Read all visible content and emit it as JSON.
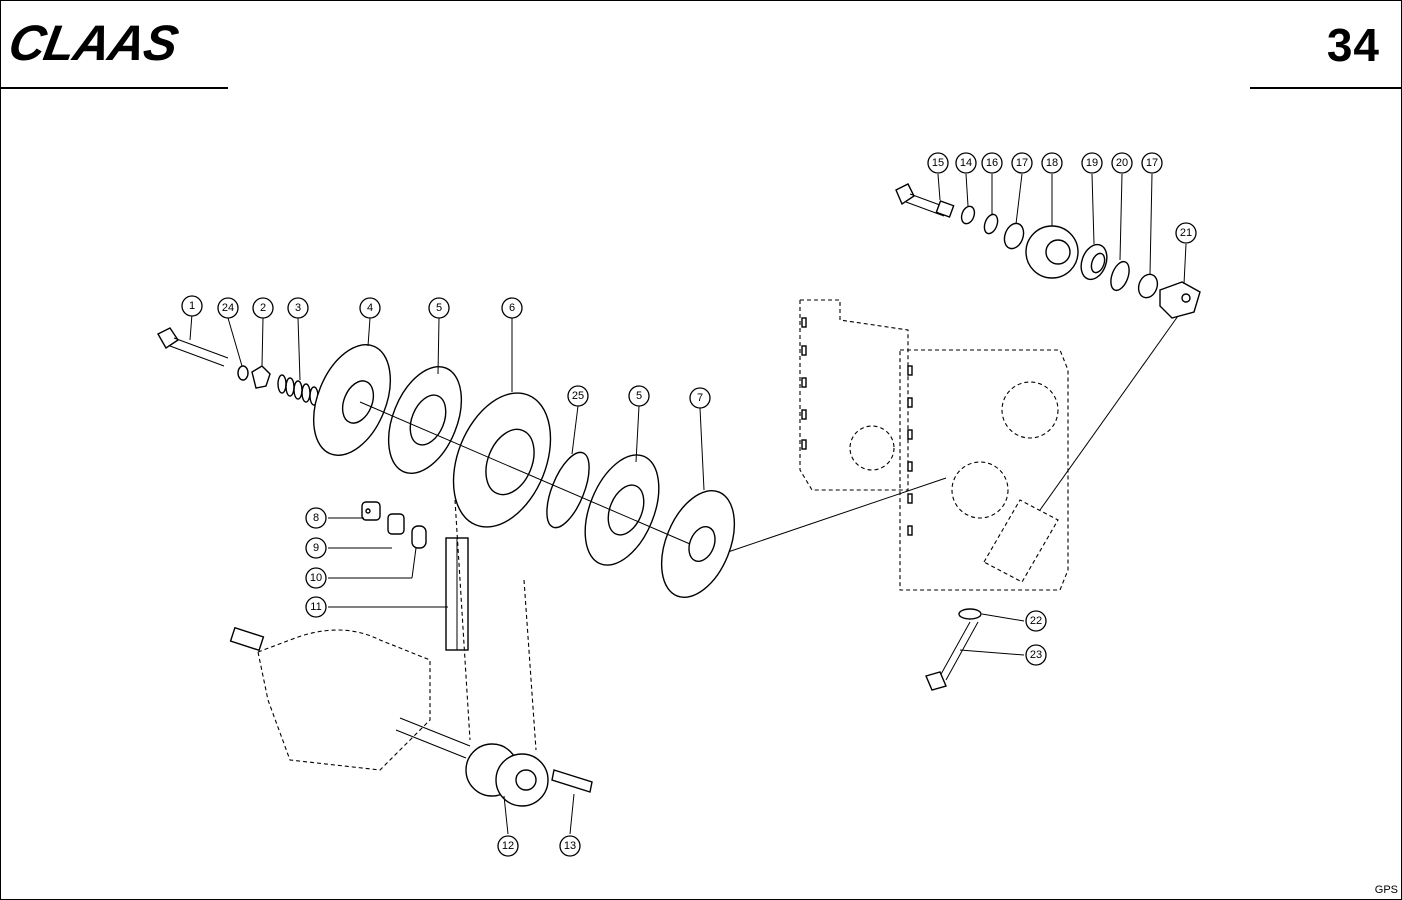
{
  "header": {
    "logo_text": "CLAAS",
    "page_number": "34"
  },
  "footer": {
    "code": "GPS"
  },
  "callouts": [
    "1",
    "24",
    "2",
    "3",
    "4",
    "5",
    "6",
    "25",
    "5",
    "7",
    "8",
    "9",
    "10",
    "11",
    "12",
    "13",
    "15",
    "14",
    "16",
    "17",
    "18",
    "19",
    "20",
    "17",
    "21",
    "22",
    "23"
  ]
}
